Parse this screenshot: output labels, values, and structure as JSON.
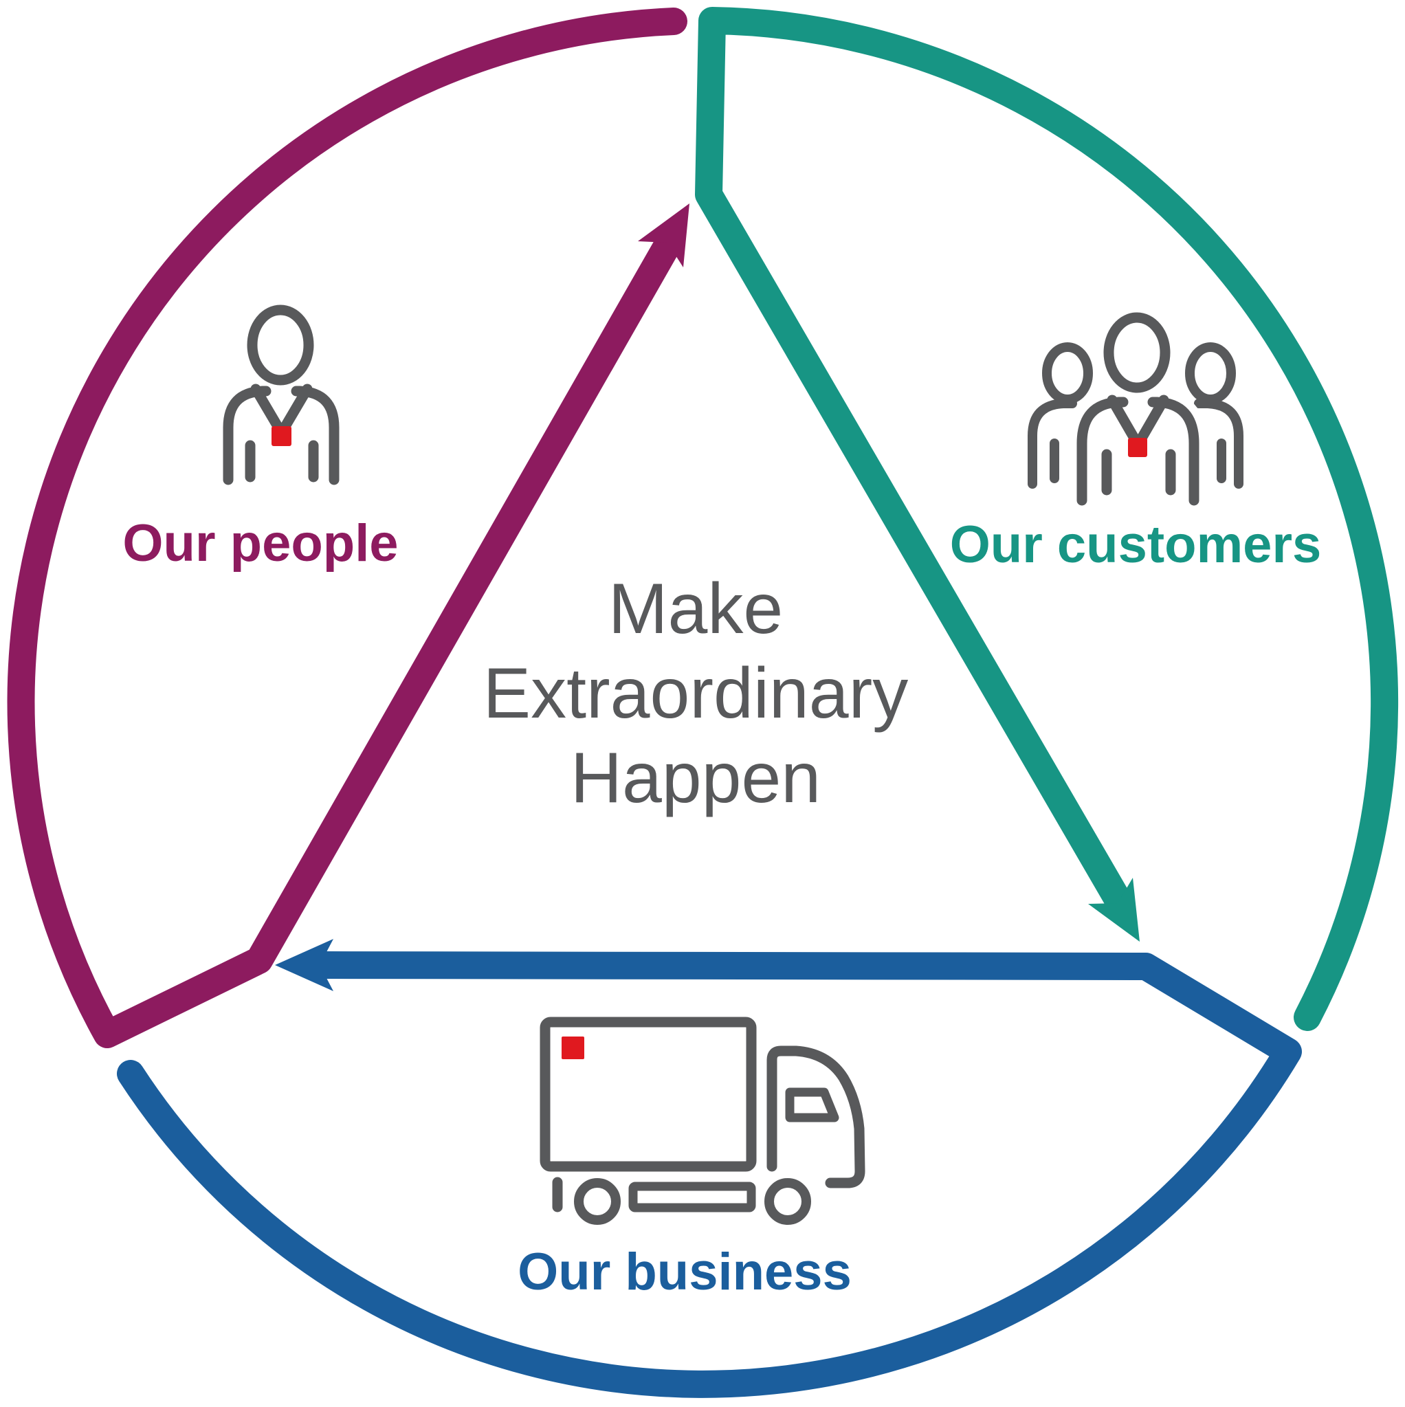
{
  "center_text": {
    "lines": {
      "0": "Make",
      "1": "Extraordinary",
      "2": "Happen"
    },
    "color": "#58595B"
  },
  "segments": {
    "people": {
      "label": "Our people",
      "color": "#8D1B5F",
      "icon": "person-with-lanyard"
    },
    "customers": {
      "label": "Our customers",
      "color": "#179584",
      "icon": "three-people-group"
    },
    "business": {
      "label": "Our business",
      "color": "#1B5E9D",
      "icon": "delivery-truck"
    }
  },
  "icon_style": {
    "outline_color": "#58595B",
    "badge_color": "#E0191F"
  }
}
